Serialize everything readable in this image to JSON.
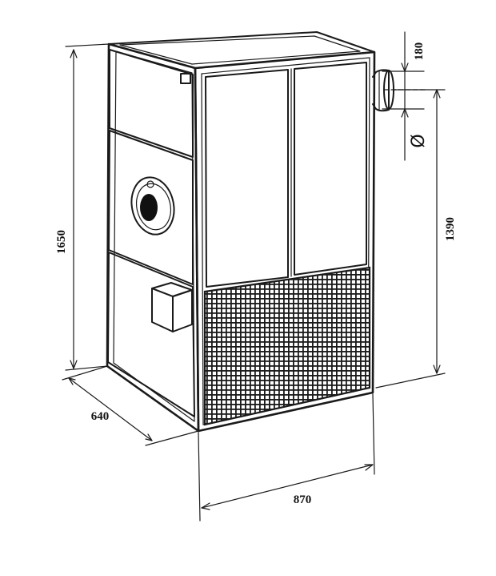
{
  "figure": {
    "subject": "industrial heater cabinet",
    "colors": {
      "ink": "#1a1a1a",
      "background": "#ffffff"
    }
  },
  "dimensions": {
    "height_total": "1650",
    "depth": "640",
    "width": "870",
    "flue_height": "1390",
    "flue_offset": "180",
    "diameter_symbol": "Ø"
  }
}
